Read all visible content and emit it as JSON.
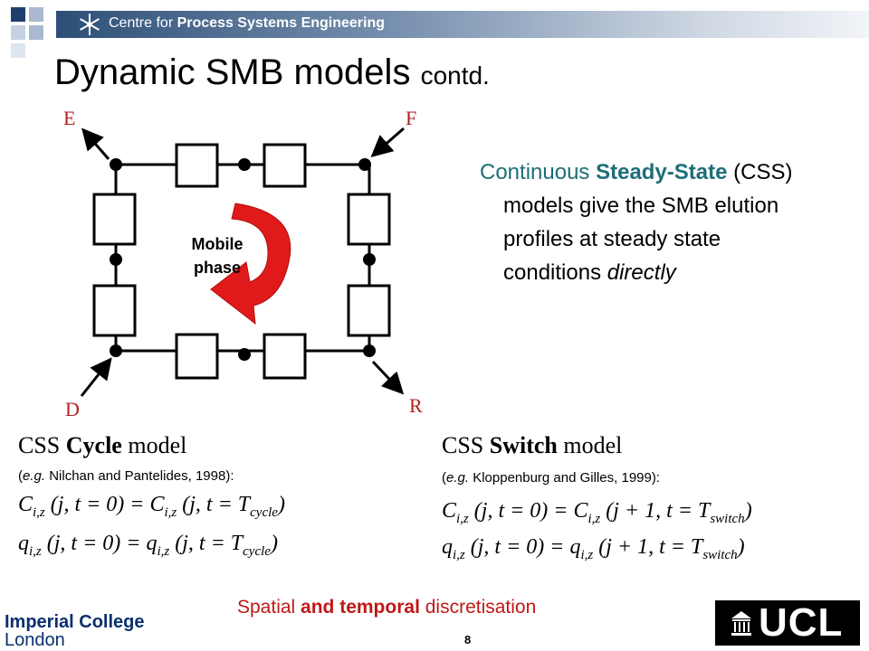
{
  "header": {
    "org_prefix": "Centre for ",
    "org_name": "Process Systems Engineering"
  },
  "title": {
    "main": "Dynamic SMB models ",
    "suffix": "contd."
  },
  "diagram": {
    "ports": {
      "e": "E",
      "f": "F",
      "d": "D",
      "r": "R"
    },
    "mobile_phase_line1": "Mobile",
    "mobile_phase_line2": "phase",
    "colors": {
      "arrow": "#e01a1a",
      "port_label": "#b02020"
    }
  },
  "css_description": {
    "lead": "Continuous ",
    "steady": "Steady-State",
    "rest": " (CSS) models give the SMB elution profiles at steady state conditions ",
    "directly": "directly"
  },
  "cycle_model": {
    "prefix": "CSS ",
    "bold": "Cycle",
    "suffix": " model",
    "ref_italic": "e.g.",
    "ref": " Nilchan and Pantelides, 1998):",
    "ref_open": "(",
    "eq1": {
      "lhs": "C",
      "lhs_sub": "i,z",
      "mid": " (j, t = 0) = C",
      "mid_sub": "i,z",
      "rhs": " (j, t = T",
      "rhs_sub": "cycle",
      "end": ")"
    },
    "eq2": {
      "lhs": "q",
      "lhs_sub": "i,z",
      "mid": " (j, t = 0) = q",
      "mid_sub": "i,z",
      "rhs": " (j, t = T",
      "rhs_sub": "cycle",
      "end": ")"
    }
  },
  "switch_model": {
    "prefix": "CSS ",
    "bold": "Switch",
    "suffix": " model",
    "ref_open": "(",
    "ref_italic": "e.g.",
    "ref": " Kloppenburg and Gilles, 1999):",
    "eq1": {
      "lhs": "C",
      "lhs_sub": "i,z",
      "mid": " (j, t = 0) = C",
      "mid_sub": "i,z",
      "rhs": " (j + 1, t = T",
      "rhs_sub": "switch",
      "end": ")"
    },
    "eq2": {
      "lhs": "q",
      "lhs_sub": "i,z",
      "mid": " (j, t = 0) = q",
      "mid_sub": "i,z",
      "rhs": " (j + 1, t = T",
      "rhs_sub": "switch",
      "end": ")"
    }
  },
  "footer": {
    "text_start": "Spatial ",
    "bold": "and temporal",
    "text_end": " discretisation",
    "page_number": "8",
    "imperial_line1": "Imperial College",
    "imperial_line2": "London",
    "ucl": "UCL"
  }
}
